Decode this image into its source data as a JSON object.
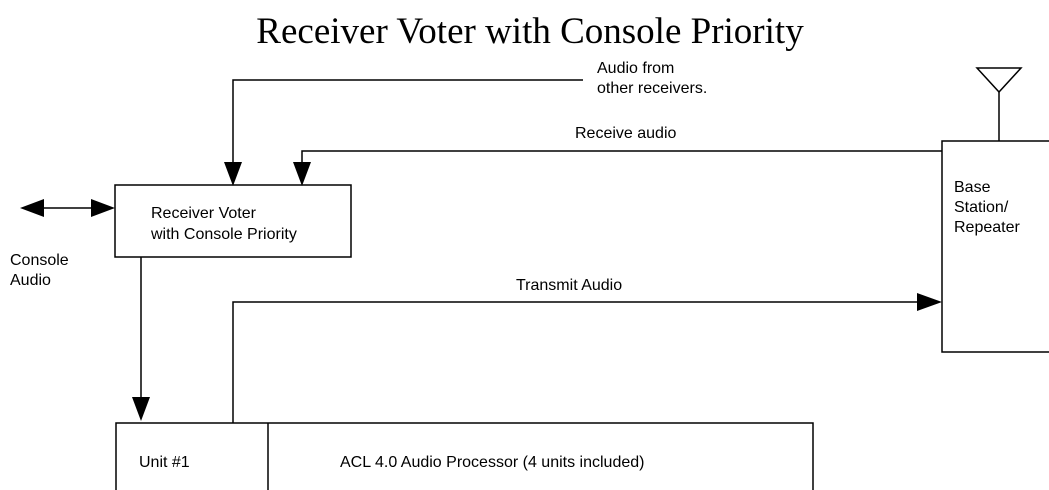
{
  "title": "Receiver Voter with Console Priority",
  "labels": {
    "audio_from_line1": "Audio from",
    "audio_from_line2": "other receivers.",
    "receive_audio": "Receive audio",
    "transmit_audio": "Transmit Audio",
    "console_line1": "Console",
    "console_line2": "Audio"
  },
  "voter_box": {
    "line1": "Receiver Voter",
    "line2": "with Console Priority"
  },
  "base_station": {
    "line1": "Base",
    "line2": "Station/",
    "line3": "Repeater"
  },
  "processor": {
    "unit_label": "Unit #1",
    "main_label": "ACL 4.0 Audio Processor (4 units included)"
  }
}
